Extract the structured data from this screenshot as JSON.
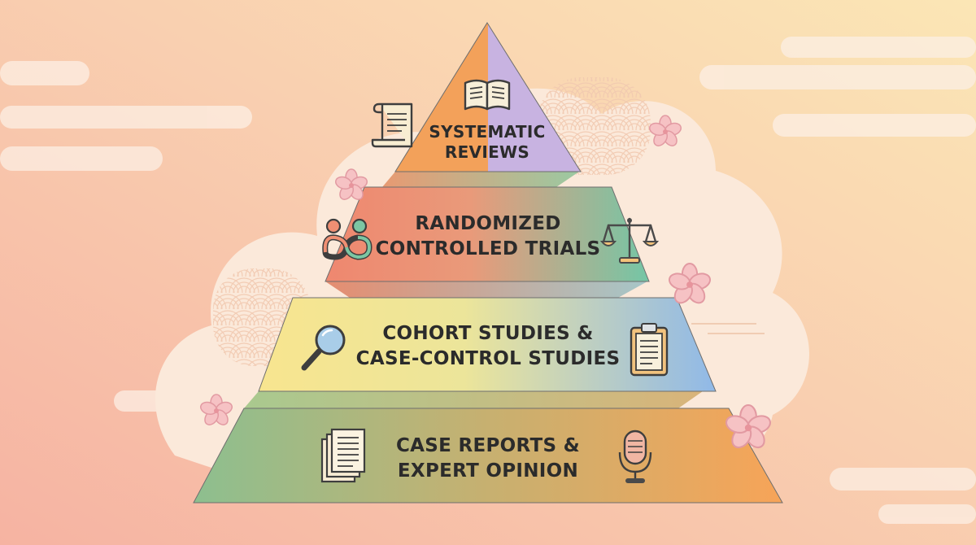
{
  "pyramid": {
    "tiers": [
      {
        "lines": [
          "SYSTEMATIC",
          "REVIEWS"
        ]
      },
      {
        "lines": [
          "RANDOMIZED",
          "CONTROLLED TRIALS"
        ]
      },
      {
        "lines": [
          "COHORT STUDIES &",
          "CASE-CONTROL STUDIES"
        ]
      },
      {
        "lines": [
          "CASE REPORTS &",
          "EXPERT OPINION"
        ]
      }
    ]
  },
  "icons": [
    "open-book-icon",
    "scroll-icon",
    "linked-people-icon",
    "balance-scale-icon",
    "magnifier-icon",
    "clipboard-icon",
    "document-stack-icon",
    "microphone-icon",
    "cherry-blossom-icon"
  ],
  "colors": {
    "background_start": "#f6b8a6",
    "background_end": "#fbe3b3",
    "cloud": "#fbe9d8",
    "apex_left": "#f2a05a",
    "apex_right": "#c7b2e0",
    "tier2_left": "#ee8a6e",
    "tier2_right": "#7ec7a3",
    "tier3_left": "#f7e38e",
    "tier3_right": "#93bce6",
    "tier4_left": "#8fbf8e",
    "tier4_right": "#f6a55a",
    "blossom": "#f3b7bd"
  }
}
